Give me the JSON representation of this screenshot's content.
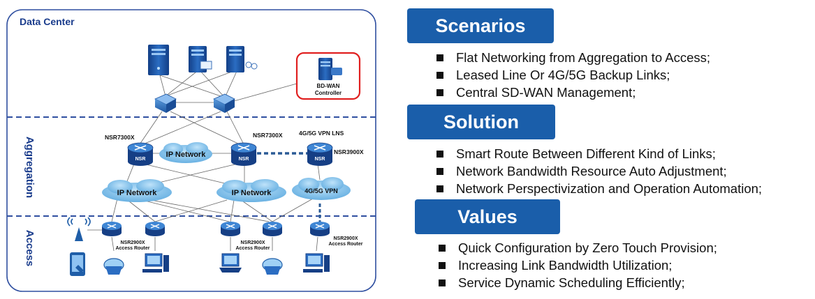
{
  "diagram": {
    "region_title": "Data Center",
    "layers": {
      "aggregation": "Aggregation",
      "access": "Access"
    },
    "controller": {
      "line1": "BD-WAN",
      "line2": "Controller"
    },
    "router_labels": {
      "agg_left": "NSR7300X",
      "agg_mid": "NSR7300X",
      "agg_right_top": "4G/5G VPN LNS",
      "agg_right": "NSR3900X"
    },
    "router_text": "NSR",
    "clouds": {
      "top": "IP Network",
      "left": "IP Network",
      "middle": "IP Network",
      "vpn": "4G/5G VPN"
    },
    "access_labels": [
      {
        "model": "NSR2900X",
        "role": "Access Router"
      },
      {
        "model": "NSR2900X",
        "role": "Access Router"
      },
      {
        "model": "NSR2900X",
        "role": "Access Router"
      }
    ]
  },
  "sections": [
    {
      "header": "Scenarios",
      "items": [
        "Flat Networking from Aggregation to Access;",
        "Leased Line Or 4G/5G Backup Links;",
        "Central SD-WAN Management;"
      ]
    },
    {
      "header": "Solution",
      "items": [
        "Smart Route Between Different Kind of Links;",
        "Network Bandwidth Resource Auto Adjustment;",
        "Network Perspectivization and Operation Automation;"
      ]
    },
    {
      "header": "Values",
      "items": [
        "Quick Configuration by Zero Touch Provision;",
        "Increasing Link Bandwidth Utilization;",
        "Service Dynamic Scheduling Efficiently;"
      ]
    }
  ],
  "colors": {
    "header_bg": "#1a5eaa",
    "diagram_border": "#2f4fa0",
    "controller_highlight": "#e02020",
    "router_blue": "#1f5ea8",
    "cloud_blue": "#7cc0ea"
  }
}
